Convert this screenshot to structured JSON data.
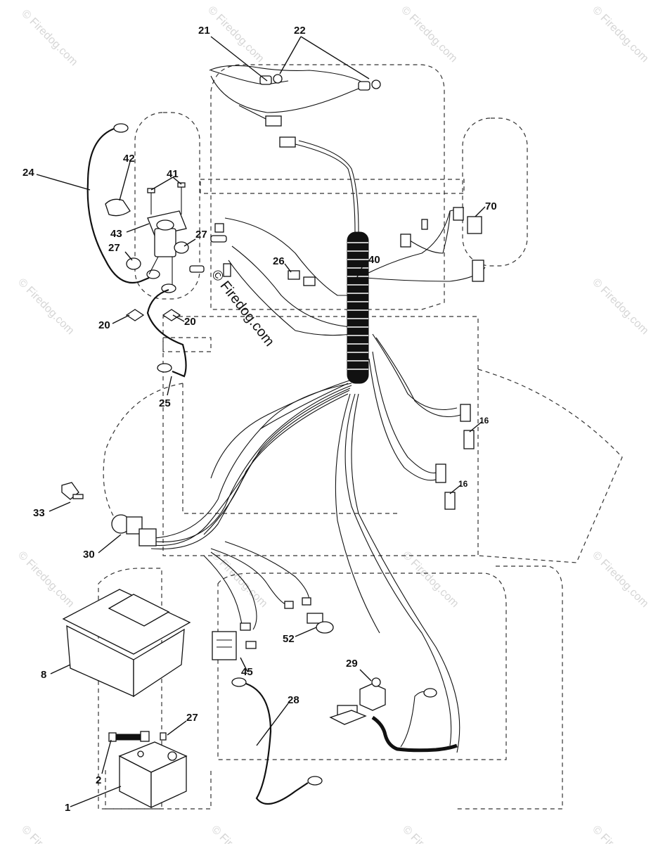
{
  "watermarks": {
    "brand": "© Firedog.com",
    "copyright": "© Firedog.com"
  },
  "callouts": [
    {
      "id": "c21",
      "label": "21"
    },
    {
      "id": "c22",
      "label": "22"
    },
    {
      "id": "c24",
      "label": "24"
    },
    {
      "id": "c42",
      "label": "42"
    },
    {
      "id": "c41",
      "label": "41"
    },
    {
      "id": "c43",
      "label": "43"
    },
    {
      "id": "c27a",
      "label": "27"
    },
    {
      "id": "c27b",
      "label": "27"
    },
    {
      "id": "c20a",
      "label": "20"
    },
    {
      "id": "c20b",
      "label": "20"
    },
    {
      "id": "c25",
      "label": "25"
    },
    {
      "id": "c26",
      "label": "26"
    },
    {
      "id": "c40",
      "label": "40"
    },
    {
      "id": "c70",
      "label": "70"
    },
    {
      "id": "c16a",
      "label": "16"
    },
    {
      "id": "c16b",
      "label": "16"
    },
    {
      "id": "c33",
      "label": "33"
    },
    {
      "id": "c30",
      "label": "30"
    },
    {
      "id": "c8",
      "label": "8"
    },
    {
      "id": "c27c",
      "label": "27"
    },
    {
      "id": "c2",
      "label": "2"
    },
    {
      "id": "c1",
      "label": "1"
    },
    {
      "id": "c45",
      "label": "45"
    },
    {
      "id": "c52",
      "label": "52"
    },
    {
      "id": "c28",
      "label": "28"
    },
    {
      "id": "c29",
      "label": "29"
    }
  ]
}
